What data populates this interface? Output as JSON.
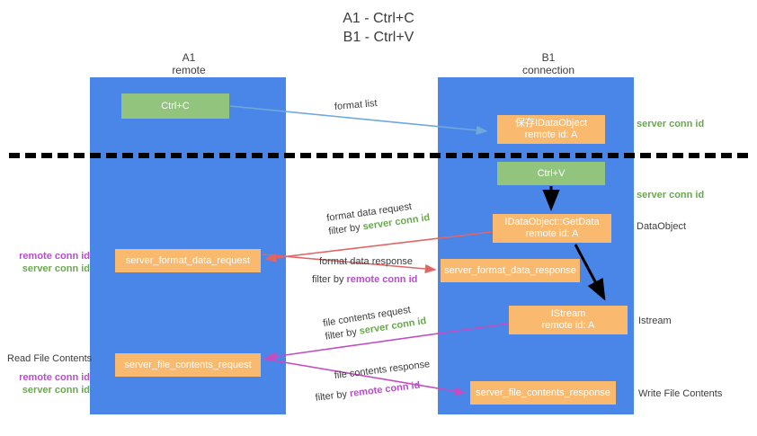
{
  "title": {
    "line1": "A1 - Ctrl+C",
    "line2": "B1 - Ctrl+V"
  },
  "lanes": [
    {
      "id": "a1",
      "name": "A1",
      "role": "remote",
      "color": "#4a86e8"
    },
    {
      "id": "b1",
      "name": "B1",
      "role": "connection",
      "color": "#4a86e8"
    }
  ],
  "colors": {
    "lane": "#4a86e8",
    "green_box": "#93c47d",
    "orange_box": "#f9b96e",
    "server_conn_id": "#6aa84f",
    "remote_conn_id": "#b54fc8",
    "format_list_arrow": "#6fa8dc",
    "format_data_arrow": "#e06666",
    "file_contents_arrow": "#c24ec2",
    "internal_arrow": "#000000",
    "divider": "#000000"
  },
  "boxes": {
    "ctrl_c": {
      "label": "Ctrl+C",
      "kind": "green",
      "lane": "a1"
    },
    "save_idataobject": {
      "line1": "保存IDataObject",
      "line2": "remote id: A",
      "kind": "orange",
      "lane": "b1"
    },
    "ctrl_v": {
      "label": "Ctrl+V",
      "kind": "green",
      "lane": "b1"
    },
    "getdata": {
      "line1": "IDataObject::GetData",
      "line2": "remote id: A",
      "kind": "orange",
      "lane": "b1"
    },
    "istream": {
      "line1": "IStream",
      "line2": "remote id: A",
      "kind": "orange",
      "lane": "b1"
    },
    "server_format_data_request": {
      "label": "server_format_data_request",
      "kind": "orange",
      "lane": "a1"
    },
    "server_format_data_response": {
      "label": "server_format_data_response",
      "kind": "orange",
      "lane": "b1"
    },
    "server_file_contents_request": {
      "label": "server_file_contents_request",
      "kind": "orange",
      "lane": "a1"
    },
    "server_file_contents_response": {
      "label": "server_file_contents_response",
      "kind": "orange",
      "lane": "b1"
    }
  },
  "arrow_labels": {
    "format_list": {
      "text": "format list"
    },
    "format_data_request": {
      "line1": "format data request",
      "filter_prefix": "filter by ",
      "filter_id": "server conn id",
      "filter_id_kind": "server"
    },
    "format_data_response": {
      "line1": "format data response",
      "filter_prefix": "filter by ",
      "filter_id": "remote conn id",
      "filter_id_kind": "remote"
    },
    "file_contents_request": {
      "line1": "file contents request",
      "filter_prefix": "filter by ",
      "filter_id": "server conn id",
      "filter_id_kind": "server"
    },
    "file_contents_response": {
      "line1": "file contents response",
      "filter_prefix": "filter by ",
      "filter_id": "remote conn id",
      "filter_id_kind": "remote"
    }
  },
  "annotations": {
    "right": {
      "server_conn_id_top": "server conn id",
      "server_conn_id_mid": "server conn id",
      "dataobject": "DataObject",
      "istream": "Istream",
      "write_file_contents": "Write File Contents"
    },
    "left": {
      "remote_conn_id_1": "remote conn id",
      "server_conn_id_1": "server conn id",
      "read_file_contents": "Read File Contents",
      "remote_conn_id_2": "remote conn id",
      "server_conn_id_2": "server conn id"
    }
  }
}
